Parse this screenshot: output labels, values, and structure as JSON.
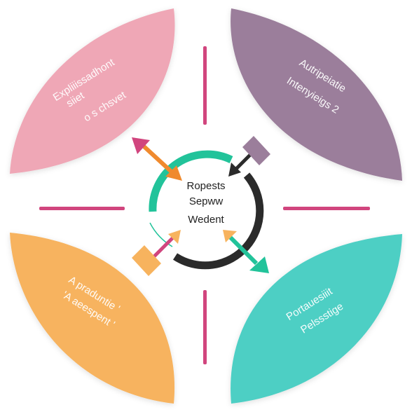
{
  "center": {
    "lines": [
      "Ropests",
      "Sepww",
      "Wedent"
    ]
  },
  "petals": {
    "top_left": {
      "lines": [
        "Expliiissadhont",
        "siiet",
        "o s chsvet"
      ],
      "color": "#EFA7B6"
    },
    "top_right": {
      "lines": [
        "Autripeiatie",
        "Intenyieigs 2"
      ],
      "color": "#9B7E9B"
    },
    "bottom_left": {
      "lines": [
        "A praduntie '",
        "'A aeespent '"
      ],
      "color": "#F7B35E"
    },
    "bottom_right": {
      "lines": [
        "Portauesiiit",
        "Pelssstige"
      ],
      "color": "#4DCFC4"
    }
  },
  "colors": {
    "divider": "#D1457E",
    "ring_green": "#22C39A",
    "ring_dark": "#2B2B2B",
    "arrow_orange": "#F08A2E",
    "arrow_magenta": "#D1457E",
    "arrow_teal": "#22C39A",
    "arrow_dark": "#2B2B2B",
    "arrow_mauve": "#9B7E9B",
    "arrow_yellow": "#F7B35E"
  }
}
